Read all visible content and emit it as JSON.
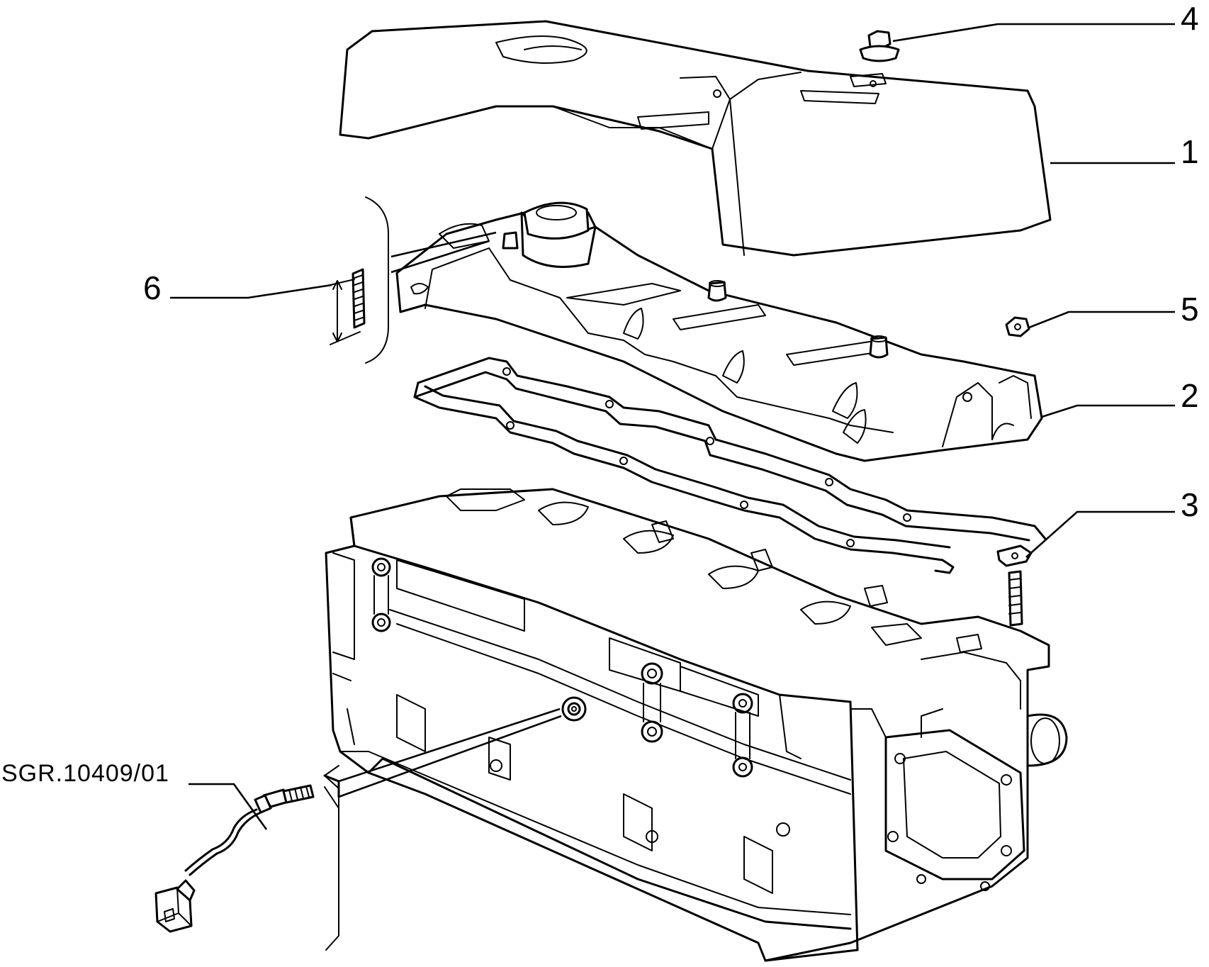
{
  "callouts": [
    {
      "id": "1",
      "label": "1"
    },
    {
      "id": "2",
      "label": "2"
    },
    {
      "id": "3",
      "label": "3"
    },
    {
      "id": "4",
      "label": "4"
    },
    {
      "id": "5",
      "label": "5"
    },
    {
      "id": "6",
      "label": "6"
    }
  ],
  "reference_code": "SGR.10409/01",
  "colors": {
    "ink": "#000000",
    "paper": "#ffffff"
  }
}
